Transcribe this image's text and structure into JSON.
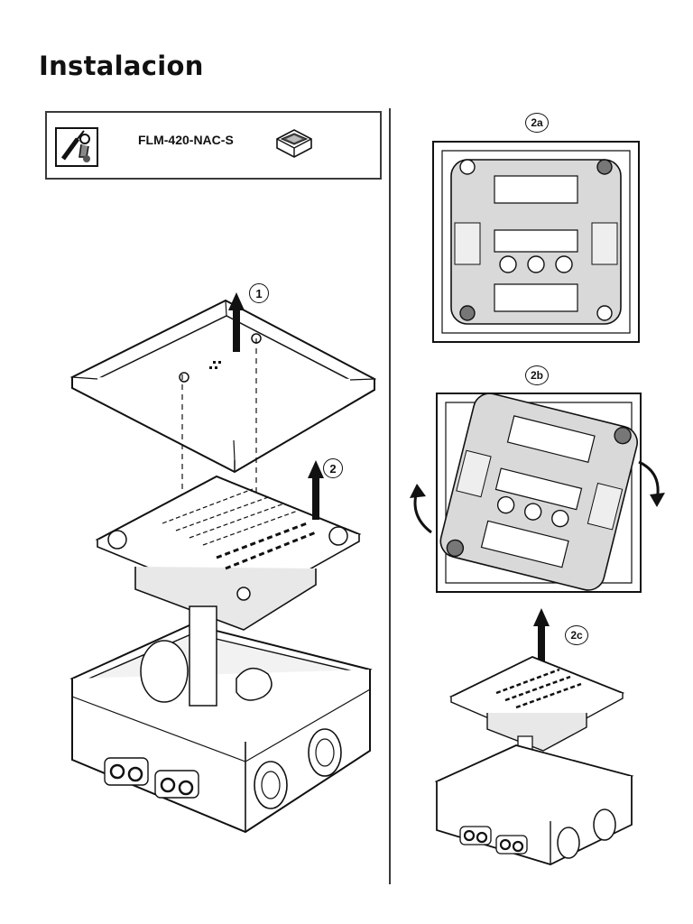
{
  "page": {
    "title": "Instalacion"
  },
  "header": {
    "model": "FLM-420-NAC-S",
    "tool_icon": "screwdriver-wrench-icon",
    "module_icon": "module-box-icon"
  },
  "steps": {
    "step1": "1",
    "step2": "2",
    "step2a": "2a",
    "step2b": "2b",
    "step2c": "2c"
  },
  "colors": {
    "line": "#111111",
    "plate": "#d9d9d9",
    "frame": "#3a3a3a"
  }
}
